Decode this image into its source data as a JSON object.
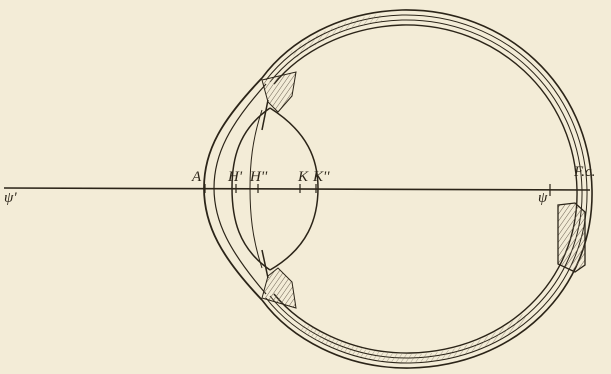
{
  "figure": {
    "labels": {
      "psi_prime": "ψ'",
      "psi": "ψ",
      "A": "A",
      "H_prime": "H'",
      "H_double_prime": "H''",
      "K": "K",
      "K_double_prime": "K''",
      "fovea": "F.c."
    },
    "colors": {
      "paper": "#f3ecd7",
      "ink": "#2b2418",
      "hatching": "#6d6354"
    }
  }
}
